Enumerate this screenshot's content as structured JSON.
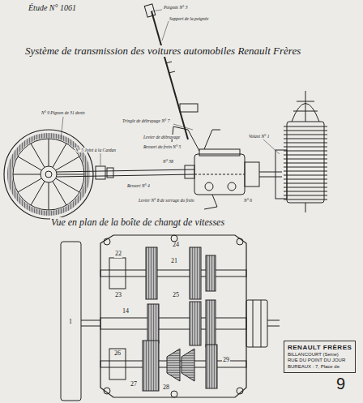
{
  "diagram": {
    "title": "Système de transmission des voitures automobiles Renault Frères",
    "nodes": [
      {
        "text": [
          "RENAULT FRÈRES",
          "BILLANCOURT (Seine)",
          "RUE DU POINT DU JOUR",
          "BUREAUX : 7, Place de"
        ]
      }
    ],
    "labels": [
      "Étude N° 1061",
      "Vue en plan de la boîte de changt de vitesses",
      "Poignée N° 3",
      "Support de la poignée",
      "Tringle de débrayage N° 7",
      "Levier de débrayage",
      "Ressort du frein N° 5",
      "N° 9 Pignon de 31 dents",
      "N° 5 Joint à la Cardan",
      "N° 38",
      "Volant N° 1",
      "N° 6",
      "Ressort N° 4",
      "Levier N° 8 de serrage du frein",
      "1",
      "22",
      "23",
      "21",
      "24",
      "14",
      "25",
      "26",
      "27",
      "28",
      "29",
      "9"
    ]
  }
}
